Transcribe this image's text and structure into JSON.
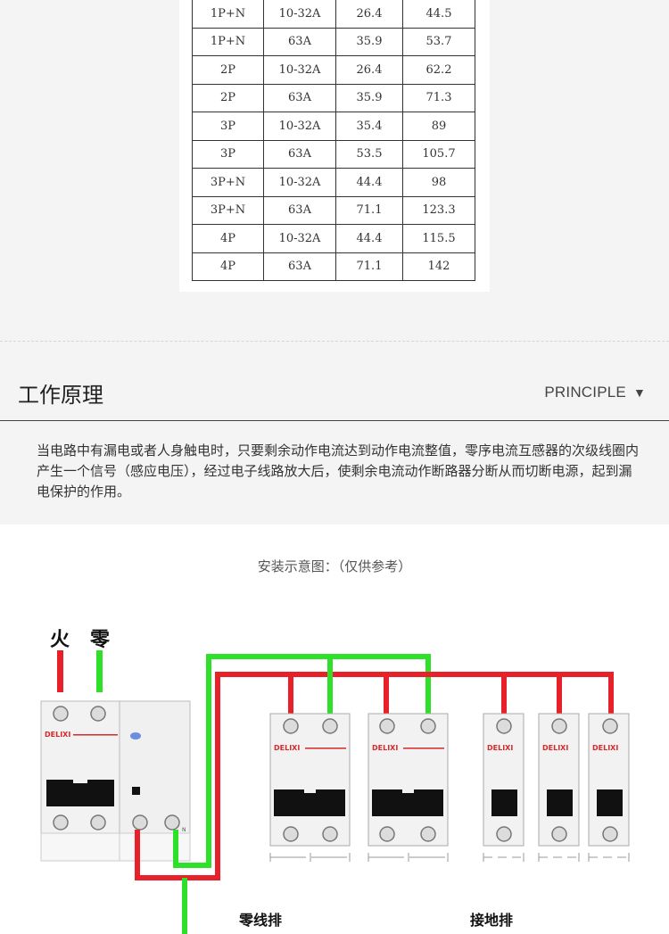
{
  "spec_table": {
    "rows": [
      [
        "1P+N",
        "10-32A",
        "26.4",
        "44.5"
      ],
      [
        "1P+N",
        "63A",
        "35.9",
        "53.7"
      ],
      [
        "2P",
        "10-32A",
        "26.4",
        "62.2"
      ],
      [
        "2P",
        "63A",
        "35.9",
        "71.3"
      ],
      [
        "3P",
        "10-32A",
        "35.4",
        "89"
      ],
      [
        "3P",
        "63A",
        "53.5",
        "105.7"
      ],
      [
        "3P+N",
        "10-32A",
        "44.4",
        "98"
      ],
      [
        "3P+N",
        "63A",
        "71.1",
        "123.3"
      ],
      [
        "4P",
        "10-32A",
        "44.4",
        "115.5"
      ],
      [
        "4P",
        "63A",
        "71.1",
        "142"
      ]
    ]
  },
  "section": {
    "title": "工作原理",
    "subtitle": "PRINCIPLE",
    "arrow": "▼",
    "description": "当电路中有漏电或者人身触电时，只要剩余动作电流达到动作电流整值，零序电流互感器的次级线圈内产生一个信号（感应电压），经过电子线路放大后，使剩余电流动作断路器分断从而切断电源，起到漏电保护的作用。"
  },
  "diagram": {
    "caption": "安装示意图：（仅供参考）",
    "live_label": "火",
    "neutral_label": "零",
    "brand": "DELIXI",
    "terminal_n": "N",
    "neutral_bar_label": "零线排",
    "ground_bar_label": "接地排",
    "colors": {
      "live": "#e8202a",
      "neutral": "#2ee02a",
      "device": "#f2f2f2",
      "handle": "#111111"
    }
  }
}
